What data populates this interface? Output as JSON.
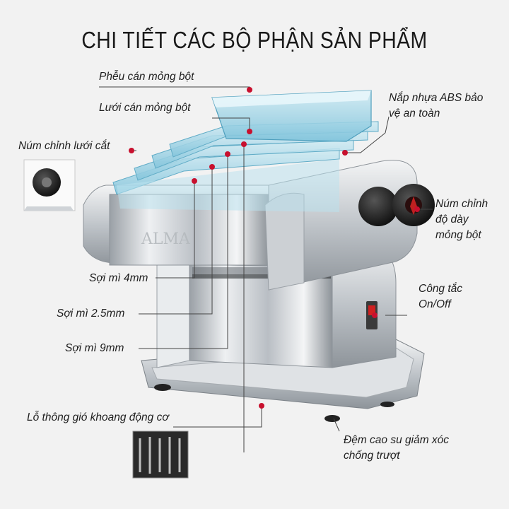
{
  "title": "CHI TIẾT CÁC BỘ PHẬN SẢN PHẨM",
  "labels": {
    "pheu": "Phễu cán mỏng bột",
    "luoi_can": "Lưới cán mỏng bột",
    "num_luoi_cat": "Núm chỉnh lưới cắt",
    "nap_line1": "Nắp nhựa ABS bảo",
    "nap_line2": "vệ an toàn",
    "num_day_line1": "Núm chỉnh",
    "num_day_line2": "độ dày",
    "num_day_line3": "mỏng bột",
    "soi_4": "Sợi mì 4mm",
    "soi_25": "Sợi mì 2.5mm",
    "soi_9": "Sợi mì 9mm",
    "cong_tac_line1": "Công tắc",
    "cong_tac_line2": "On/Off",
    "lo_thong_gio": "Lỗ thông gió khoang động cơ",
    "dem_line1": "Đệm cao su giảm xóc",
    "dem_line2": "chống trượt"
  },
  "colors": {
    "background": "#f2f2f2",
    "callout_dot": "#c8102e",
    "leader_line": "#444444",
    "steel": "#c9cdd2",
    "acrylic": "#8fd0e6"
  }
}
